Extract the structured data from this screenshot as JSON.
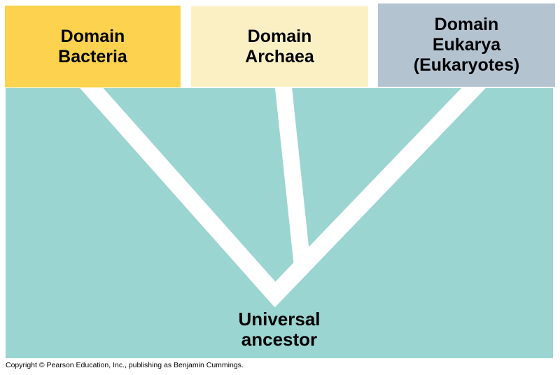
{
  "domain_boxes": [
    {
      "name": "bacteria",
      "lines": [
        "Domain",
        "Bacteria"
      ],
      "fill": "#FCD24E"
    },
    {
      "name": "archaea",
      "lines": [
        "Domain",
        "Archaea"
      ],
      "fill": "#FAF0C4"
    },
    {
      "name": "eukarya",
      "lines": [
        "Domain",
        "Eukarya",
        "(Eukaryotes)"
      ],
      "fill": "#B4C3D0"
    }
  ],
  "root_label": {
    "lines": [
      "Universal",
      "ancestor"
    ]
  },
  "tree": {
    "background_fill": "#9AD5D1",
    "branch_color": "#FFFFFF"
  },
  "footer": {
    "copyright": "Copyright © Pearson Education, Inc., publishing as Benjamin Cummings."
  }
}
